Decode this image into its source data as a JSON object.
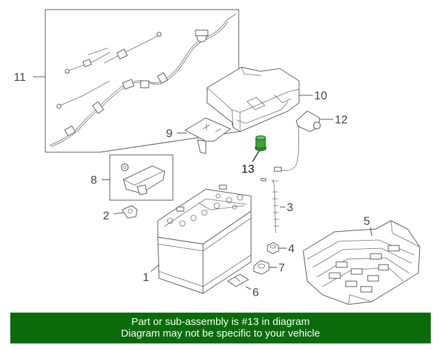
{
  "callouts": {
    "c1": "1",
    "c2": "2",
    "c3": "3",
    "c4": "4",
    "c5": "5",
    "c6": "6",
    "c7": "7",
    "c8": "8",
    "c9": "9",
    "c10": "10",
    "c11": "11",
    "c12": "12",
    "c13": "13"
  },
  "highlight": {
    "part_number": "13",
    "color": "#2e8b2e"
  },
  "banner": {
    "line1": "Part or sub-assembly is #13 in diagram",
    "line2": "Diagram may not be specific to your vehicle",
    "background": "#0a6c0a",
    "text_color": "#ffffff"
  }
}
